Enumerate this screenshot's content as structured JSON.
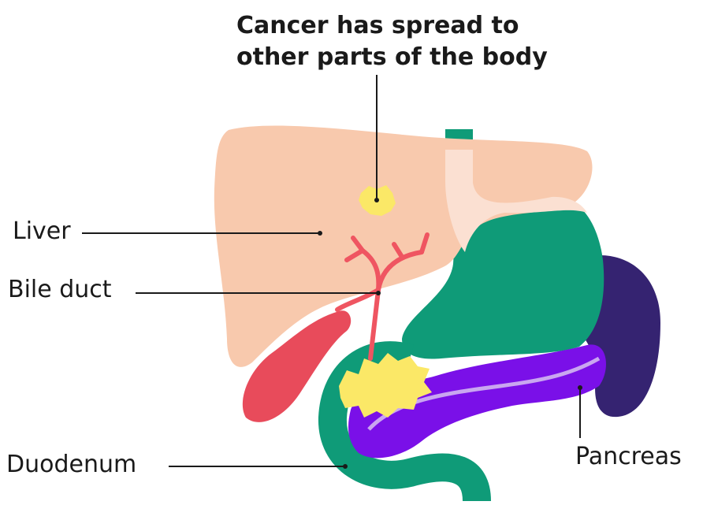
{
  "title": {
    "line1": "Cancer has spread to",
    "line2": "other parts of the body"
  },
  "labels": {
    "liver": "Liver",
    "bile_duct": "Bile duct",
    "duodenum": "Duodenum",
    "pancreas": "Pancreas"
  },
  "colors": {
    "liver": "#f8c9ad",
    "gallbladder": "#e84b5b",
    "bile_duct": "#ef5561",
    "stomach": "#0f9b78",
    "spleen": "#352371",
    "pancreas": "#7a10e8",
    "pancreatic_duct": "#c9a6f0",
    "tumour": "#fbe867",
    "metastasis": "#fbe867",
    "leader": "#1a1a1a"
  }
}
